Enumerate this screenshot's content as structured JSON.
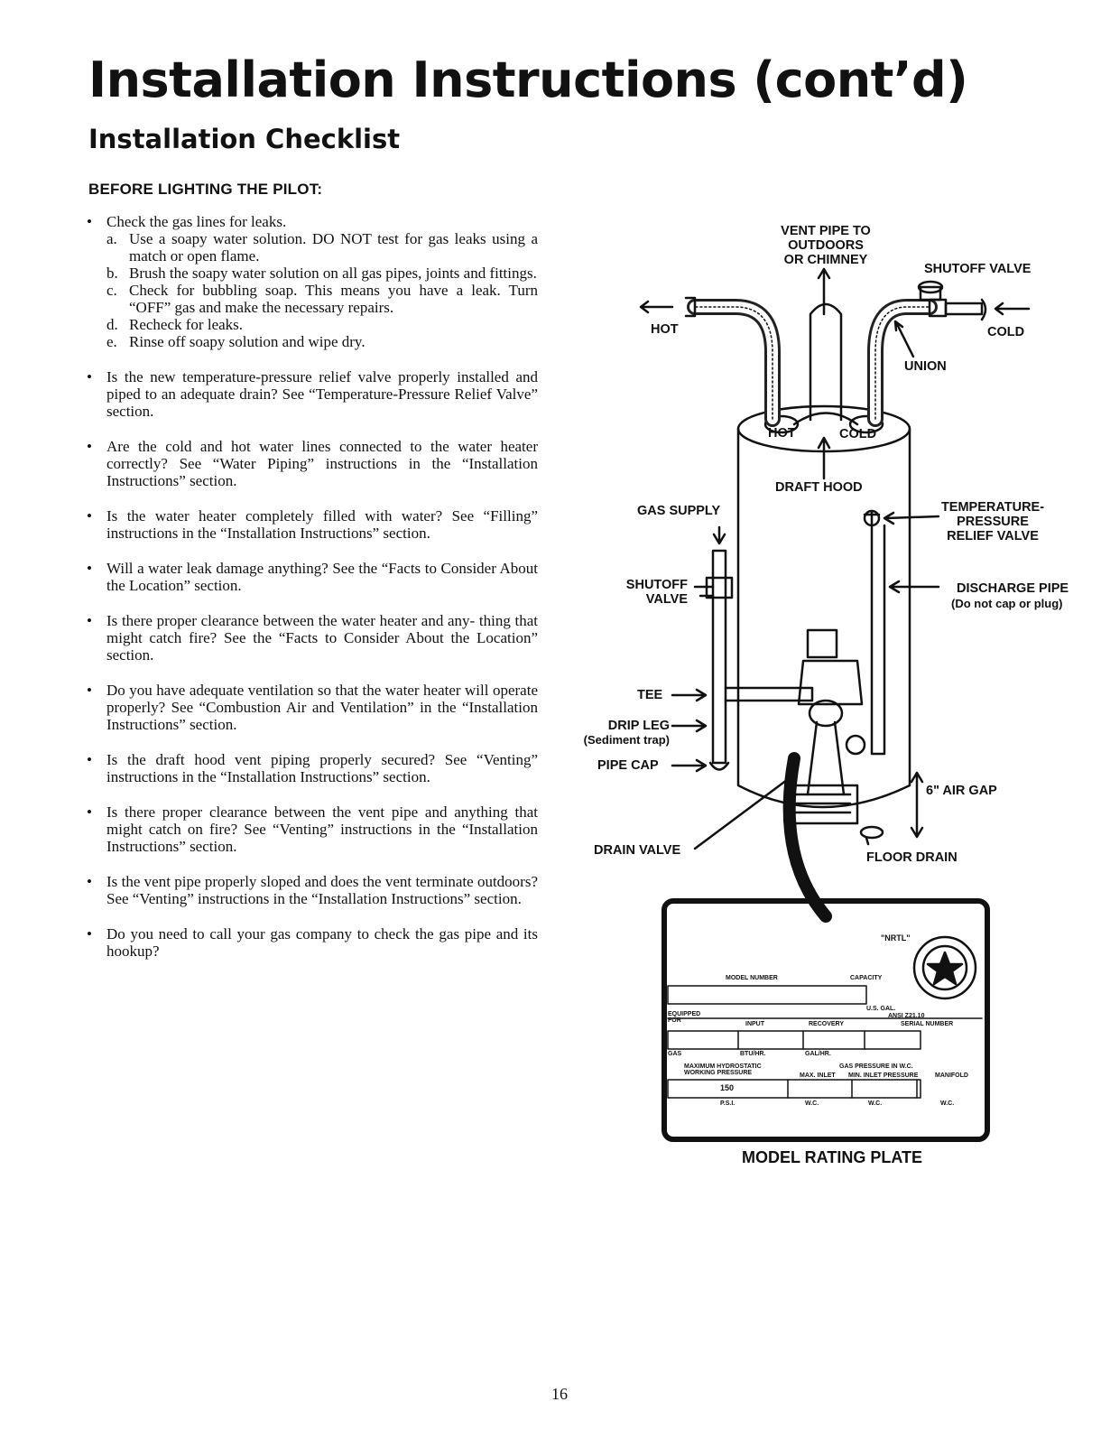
{
  "page": {
    "title": "Installation Instructions (cont’d)",
    "section_title": "Installation Checklist",
    "subheading": "BEFORE LIGHTING THE PILOT:",
    "page_number": "16"
  },
  "checklist": [
    {
      "text": "Check the gas lines for leaks.",
      "subitems": [
        {
          "marker": "a.",
          "text": "Use a soapy water solution. DO NOT test for gas leaks using a match or open flame."
        },
        {
          "marker": "b.",
          "text": "Brush the soapy water solution on all gas pipes, joints and fittings."
        },
        {
          "marker": "c.",
          "text": "Check for bubbling soap. This means you have a leak. Turn “OFF” gas and make the necessary repairs."
        },
        {
          "marker": "d.",
          "text": "Recheck for leaks."
        },
        {
          "marker": "e.",
          "text": "Rinse off soapy solution and wipe dry."
        }
      ]
    },
    {
      "text": "Is the new temperature-pressure relief valve properly installed and piped to an adequate drain? See “Temperature-Pressure Relief Valve” section."
    },
    {
      "text": "Are the cold and hot water lines connected to the water heater correctly? See “Water Piping” instructions in the “Installation Instructions” section."
    },
    {
      "text": "Is the water heater completely filled with water? See “Filling” instructions in the “Installation Instructions” section."
    },
    {
      "text": "Will a water leak damage anything? See the “Facts to Consider About the Location” section."
    },
    {
      "text": "Is there proper clearance between the water heater and any- thing that might catch fire? See the “Facts to Consider About the Location” section."
    },
    {
      "text": "Do you have adequate ventilation so that the water heater will operate properly? See “Combustion Air and Ventilation” in the “Installation Instructions” section."
    },
    {
      "text": "Is the draft hood vent piping properly secured? See “Venting” instructions in the “Installation Instructions” section."
    },
    {
      "text": "Is there proper clearance between the vent pipe and anything that might catch on fire? See “Venting” instructions in the “Installation Instructions” section."
    },
    {
      "text": "Is the vent pipe properly sloped and does the vent terminate outdoors? See “Venting” instructions in the “Installation Instructions” section."
    },
    {
      "text": "Do you need to call your gas company to check the gas pipe and its hookup?"
    }
  ],
  "diagram": {
    "labels": {
      "vent_pipe_1": "VENT PIPE TO",
      "vent_pipe_2": "OUTDOORS",
      "vent_pipe_3": "OR CHIMNEY",
      "shutoff_valve_top": "SHUTOFF VALVE",
      "hot": "HOT",
      "cold": "COLD",
      "union": "UNION",
      "tank_hot": "HOT",
      "tank_cold": "COLD",
      "draft_hood": "DRAFT HOOD",
      "gas_supply": "GAS SUPPLY",
      "tp_valve_1": "TEMPERATURE-",
      "tp_valve_2": "PRESSURE",
      "tp_valve_3": "RELIEF VALVE",
      "shutoff_1": "SHUTOFF",
      "shutoff_2": "VALVE",
      "discharge_pipe": "DISCHARGE PIPE",
      "discharge_note": "(Do not cap or plug)",
      "tee": "TEE",
      "drip_leg": "DRIP LEG",
      "sediment_trap": "(Sediment trap)",
      "pipe_cap": "PIPE CAP",
      "air_gap": "6\" AIR GAP",
      "drain_valve": "DRAIN VALVE",
      "floor_drain": "FLOOR DRAIN"
    },
    "plate": {
      "caption": "MODEL RATING PLATE",
      "nrtl": "\"NRTL\"",
      "model_number": "MODEL NUMBER",
      "capacity": "CAPACITY",
      "us_gal": "U.S. GAL.",
      "equipped_for": "EQUIPPED FOR",
      "input": "INPUT",
      "recovery": "RECOVERY",
      "ansi": "ANSI Z21.10",
      "serial_number": "SERIAL NUMBER",
      "gas": "GAS",
      "btuhr": "BTU/HR.",
      "galhr": "GAL/HR.",
      "max_hydrostatic": "MAXIMUM HYDROSTATIC WORKING PRESSURE",
      "gas_pressure": "GAS PRESSURE IN W.C.",
      "max_inlet": "MAX. INLET",
      "min_inlet": "MIN. INLET PRESSURE",
      "manifold": "MANIFOLD",
      "value_150": "150",
      "psi": "P.S.I.",
      "wc": "W.C."
    }
  }
}
